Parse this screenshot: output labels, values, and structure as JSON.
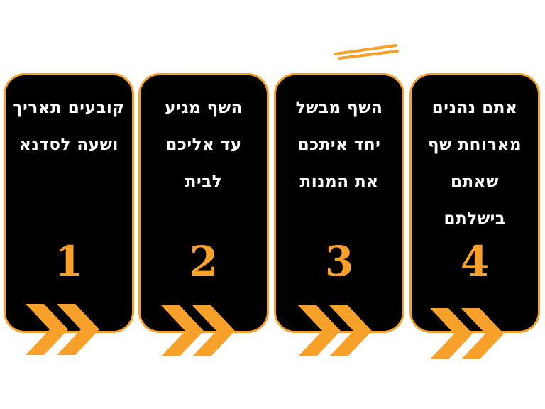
{
  "colors": {
    "accent": "#f7a12a",
    "card": "#000000",
    "text": "#ffffff"
  },
  "steps": [
    {
      "number": "1",
      "lines": [
        "קובעים תאריך",
        "ושעה לסדנא"
      ]
    },
    {
      "number": "2",
      "lines": [
        "השף מגיע",
        "עד אליכם",
        "לבית"
      ]
    },
    {
      "number": "3",
      "lines": [
        "השף מבשל",
        "יחד איתכם",
        "את המנות"
      ]
    },
    {
      "number": "4",
      "lines": [
        "אתם נהנים",
        "מארוחת שף",
        "שאתם",
        "בישלתם"
      ]
    }
  ]
}
